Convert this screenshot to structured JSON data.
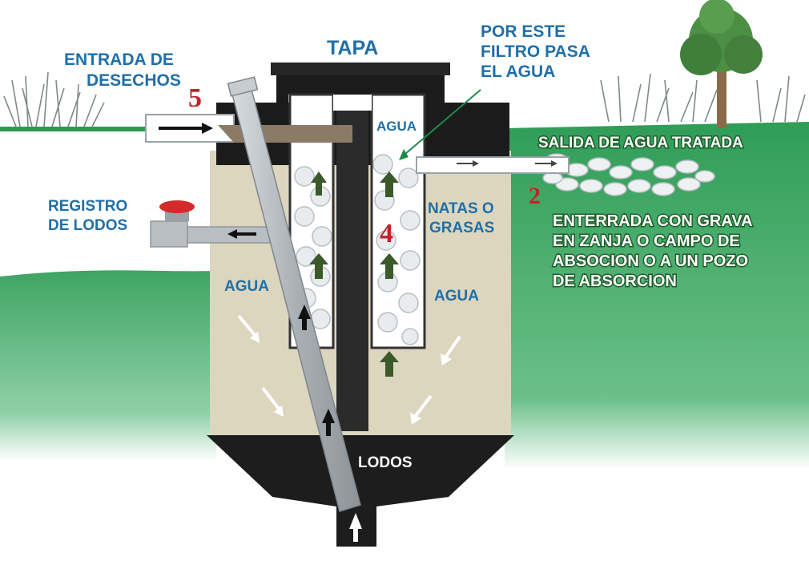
{
  "labels": {
    "tapa": "TAPA",
    "entrada_line1": "ENTRADA DE",
    "entrada_line2": "DESECHOS",
    "filtro_line1": "POR ESTE",
    "filtro_line2": "FILTRO PASA",
    "filtro_line3": "EL AGUA",
    "agua_top": "AGUA",
    "salida": "SALIDA DE AGUA TRATADA",
    "registro_line1": "REGISTRO",
    "registro_line2": "DE LODOS",
    "natas_line1": "NATAS O",
    "natas_line2": "GRASAS",
    "agua_left": "AGUA",
    "agua_right": "AGUA",
    "lodos": "LODOS",
    "enterrada_line1": "ENTERRADA CON GRAVA",
    "enterrada_line2": "EN ZANJA O CAMPO DE",
    "enterrada_line3": "ABSOCION O A UN POZO",
    "enterrada_line4": "DE ABSORCION"
  },
  "numbers": {
    "n5": "5",
    "n4": "4",
    "n2": "2"
  },
  "colors": {
    "label_blue": "#1f6fa8",
    "number_red": "#c8202a",
    "grass_green": "#2e9a52",
    "water_beige": "#dcd6bf",
    "tank_black": "#1b1b1b",
    "pipe_gray": "#b8bec2"
  }
}
